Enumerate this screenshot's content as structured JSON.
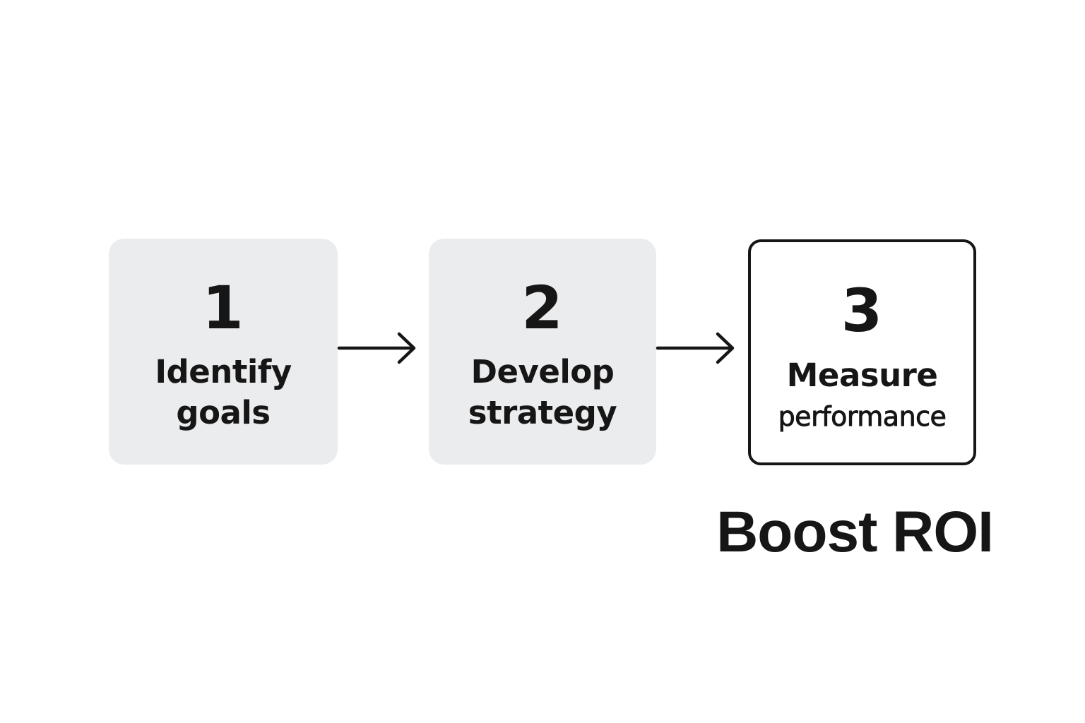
{
  "steps": [
    {
      "number": "1",
      "label_lines": [
        "Identify",
        "goals"
      ],
      "style": "filled"
    },
    {
      "number": "2",
      "label_lines": [
        "Develop",
        "strategy"
      ],
      "style": "filled"
    },
    {
      "number": "3",
      "label_lines": [
        "Measure",
        "performance"
      ],
      "style": "outlined"
    }
  ],
  "outcome": {
    "label": "Boost ROI"
  },
  "colors": {
    "box_fill": "#ebecee",
    "text": "#161616",
    "background": "#ffffff"
  },
  "icons": {
    "connector": "arrow-right-icon"
  }
}
